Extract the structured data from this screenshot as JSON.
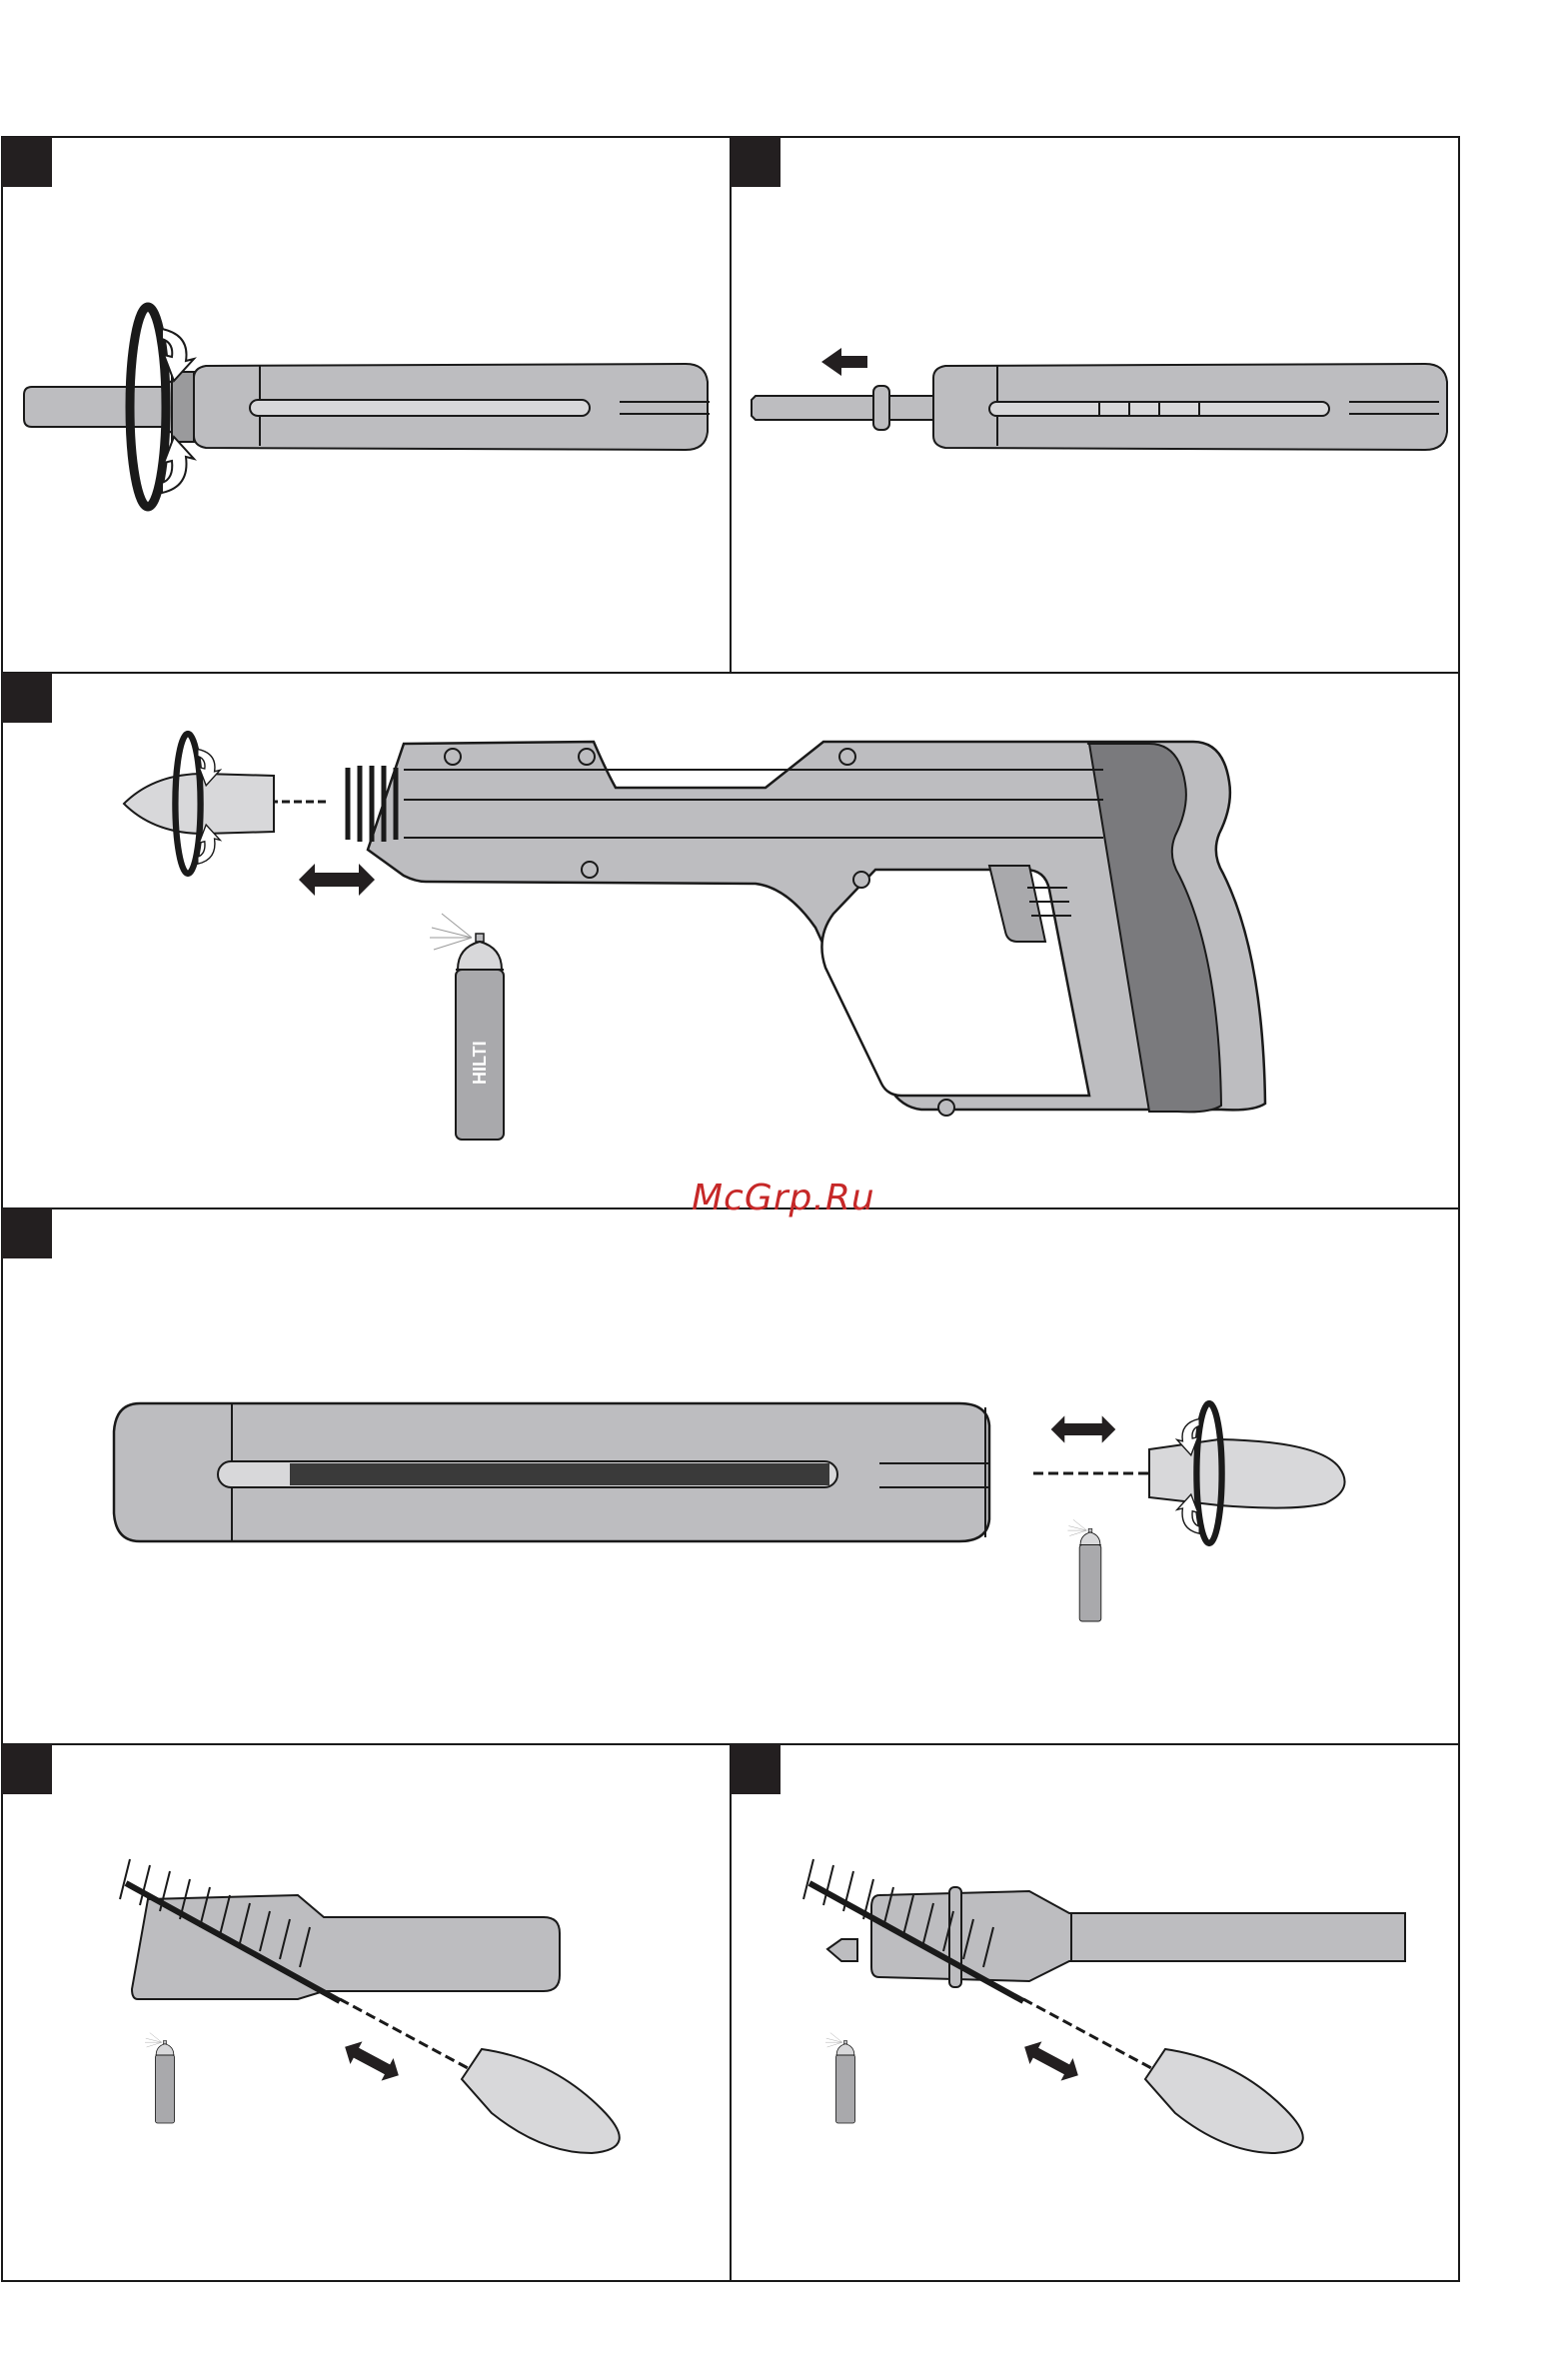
{
  "page": {
    "watermark_text": "McGrp.Ru",
    "brand_label": "HILTI"
  },
  "panels": [
    {
      "id": "panel-1",
      "content": "piston-guide-unscrew"
    },
    {
      "id": "panel-2",
      "content": "piston-removal"
    },
    {
      "id": "panel-3",
      "content": "tool-body-cleaning"
    },
    {
      "id": "panel-4",
      "content": "piston-guide-slot-cleaning"
    },
    {
      "id": "panel-5",
      "content": "bolt-guide-cleaning"
    },
    {
      "id": "panel-6",
      "content": "piston-cleaning"
    }
  ],
  "colors": {
    "part_fill": "#bdbdc0",
    "part_light": "#d8d8da",
    "grip_dark": "#7a7a7d",
    "outline": "#1a1a1a",
    "marker": "#231f20",
    "watermark": "#c62828"
  },
  "icons": [
    "rotate-arrow-icon",
    "pull-arrow-icon",
    "double-arrow-icon",
    "spray-can-icon",
    "cleaning-brush-icon"
  ]
}
